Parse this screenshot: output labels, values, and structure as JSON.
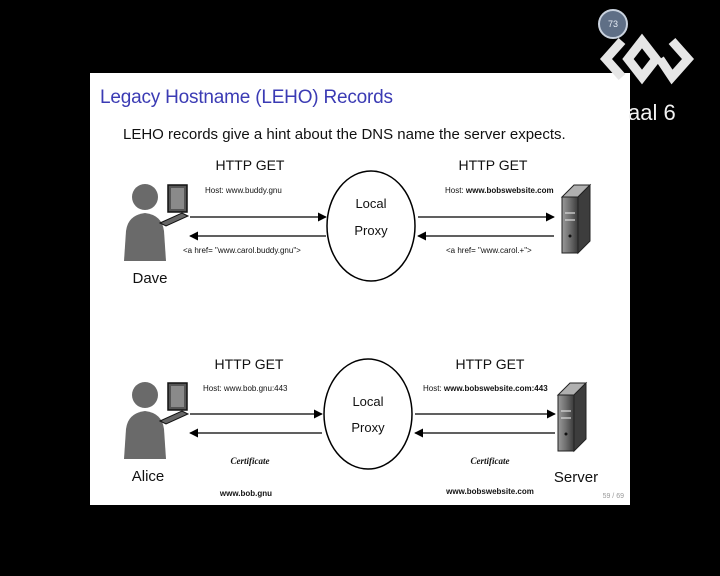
{
  "overlay": {
    "counter": "73",
    "room_label": "aal 6"
  },
  "slide": {
    "title": "Legacy Hostname (LEHO) Records",
    "subtitle": "LEHO records give a hint about the DNS name the server expects.",
    "page_number": "59 / 69"
  },
  "diagram_top": {
    "client_name": "Dave",
    "left_method": "HTTP GET",
    "left_host_prefix": "Host: ",
    "left_host_value": "www.buddy.gnu",
    "left_return": "<a href= \"www.carol.buddy.gnu\">",
    "proxy_line1": "Local",
    "proxy_line2": "Proxy",
    "right_method": "HTTP GET",
    "right_host_prefix": "Host: ",
    "right_host_value": "www.bobswebsite.com",
    "right_return": "<a href= \"www.carol.+\">"
  },
  "diagram_bottom": {
    "client_name": "Alice",
    "left_method": "HTTP GET",
    "left_host_prefix": "Host: ",
    "left_host_value": "www.bob.gnu:443",
    "left_cert_label": "Certificate",
    "left_cert_name": "www.bob.gnu",
    "proxy_line1": "Local",
    "proxy_line2": "Proxy",
    "right_method": "HTTP GET",
    "right_host_prefix": "Host: ",
    "right_host_value": "www.bobswebsite.com:443",
    "right_cert_label": "Certificate",
    "right_cert_name": "www.bobswebsite.com",
    "server_name": "Server"
  }
}
